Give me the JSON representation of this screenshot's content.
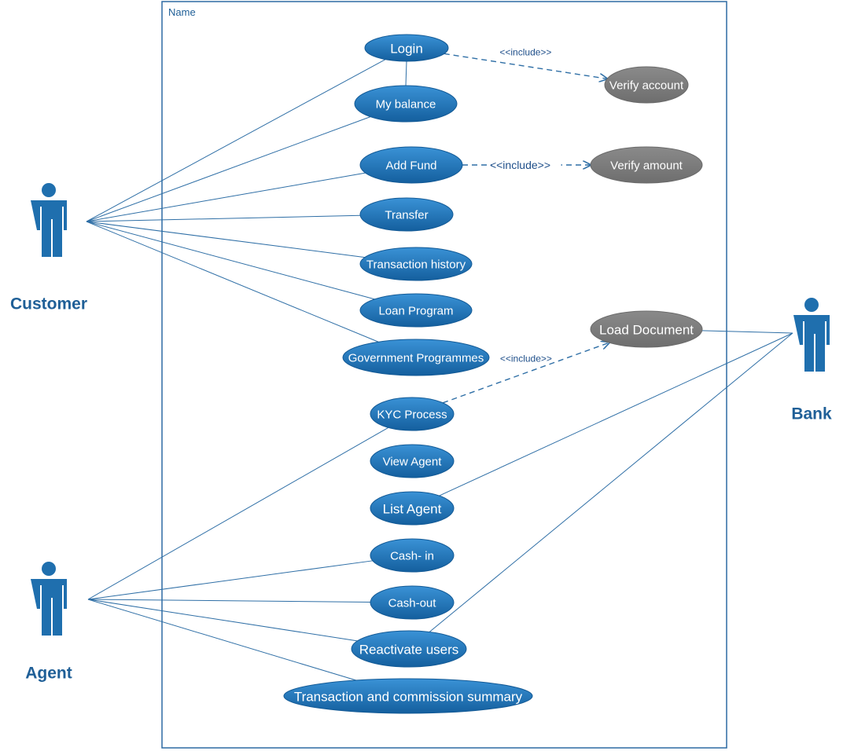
{
  "system": {
    "name": "Name"
  },
  "actors": [
    {
      "id": "customer",
      "label": "Customer"
    },
    {
      "id": "agent",
      "label": "Agent"
    },
    {
      "id": "bank",
      "label": "Bank"
    }
  ],
  "use_cases": [
    {
      "id": "login",
      "label": "Login",
      "style": "primary"
    },
    {
      "id": "my_balance",
      "label": "My balance",
      "style": "primary"
    },
    {
      "id": "add_fund",
      "label": "Add Fund",
      "style": "primary"
    },
    {
      "id": "transfer",
      "label": "Transfer",
      "style": "primary"
    },
    {
      "id": "transaction_history",
      "label": "Transaction history",
      "style": "primary"
    },
    {
      "id": "loan_program",
      "label": "Loan Program",
      "style": "primary"
    },
    {
      "id": "government_programmes",
      "label": "Government Programmes",
      "style": "primary"
    },
    {
      "id": "kyc_process",
      "label": "KYC Process",
      "style": "primary"
    },
    {
      "id": "view_agent",
      "label": "View Agent",
      "style": "primary"
    },
    {
      "id": "list_agent",
      "label": "List Agent",
      "style": "primary"
    },
    {
      "id": "cash_in",
      "label": "Cash- in",
      "style": "primary"
    },
    {
      "id": "cash_out",
      "label": "Cash-out",
      "style": "primary"
    },
    {
      "id": "reactivate_users",
      "label": "Reactivate users",
      "style": "primary"
    },
    {
      "id": "transaction_commission_summary",
      "label": "Transaction and commission summary",
      "style": "primary"
    },
    {
      "id": "verify_account",
      "label": "Verify account",
      "style": "secondary"
    },
    {
      "id": "verify_amount",
      "label": "Verify amount",
      "style": "secondary"
    },
    {
      "id": "load_document",
      "label": "Load Document",
      "style": "secondary"
    }
  ],
  "relationships": [
    {
      "from": "login",
      "to": "verify_account",
      "type": "include",
      "label": "<<include>>"
    },
    {
      "from": "add_fund",
      "to": "verify_amount",
      "type": "include",
      "label": "<<include>>"
    },
    {
      "from": "kyc_process",
      "to": "load_document",
      "type": "include",
      "label": "<<include>>"
    }
  ],
  "associations": [
    {
      "actor": "customer",
      "use_case": "login"
    },
    {
      "actor": "customer",
      "use_case": "my_balance"
    },
    {
      "actor": "customer",
      "use_case": "add_fund"
    },
    {
      "actor": "customer",
      "use_case": "transfer"
    },
    {
      "actor": "customer",
      "use_case": "transaction_history"
    },
    {
      "actor": "customer",
      "use_case": "loan_program"
    },
    {
      "actor": "customer",
      "use_case": "government_programmes"
    },
    {
      "actor": "agent",
      "use_case": "kyc_process"
    },
    {
      "actor": "agent",
      "use_case": "cash_in"
    },
    {
      "actor": "agent",
      "use_case": "cash_out"
    },
    {
      "actor": "agent",
      "use_case": "reactivate_users"
    },
    {
      "actor": "agent",
      "use_case": "transaction_commission_summary"
    },
    {
      "actor": "bank",
      "use_case": "load_document"
    },
    {
      "actor": "bank",
      "use_case": "list_agent"
    },
    {
      "actor": "bank",
      "use_case": "reactivate_users"
    }
  ],
  "links": [
    {
      "from": "login",
      "to": "my_balance"
    }
  ],
  "colors": {
    "primary": "#1b78c0",
    "primary_light": "#3a92d6",
    "secondary": "#7f7f7f",
    "actor": "#1f6fae",
    "line": "#2f6fa6",
    "boundary": "#2d6aa3"
  }
}
